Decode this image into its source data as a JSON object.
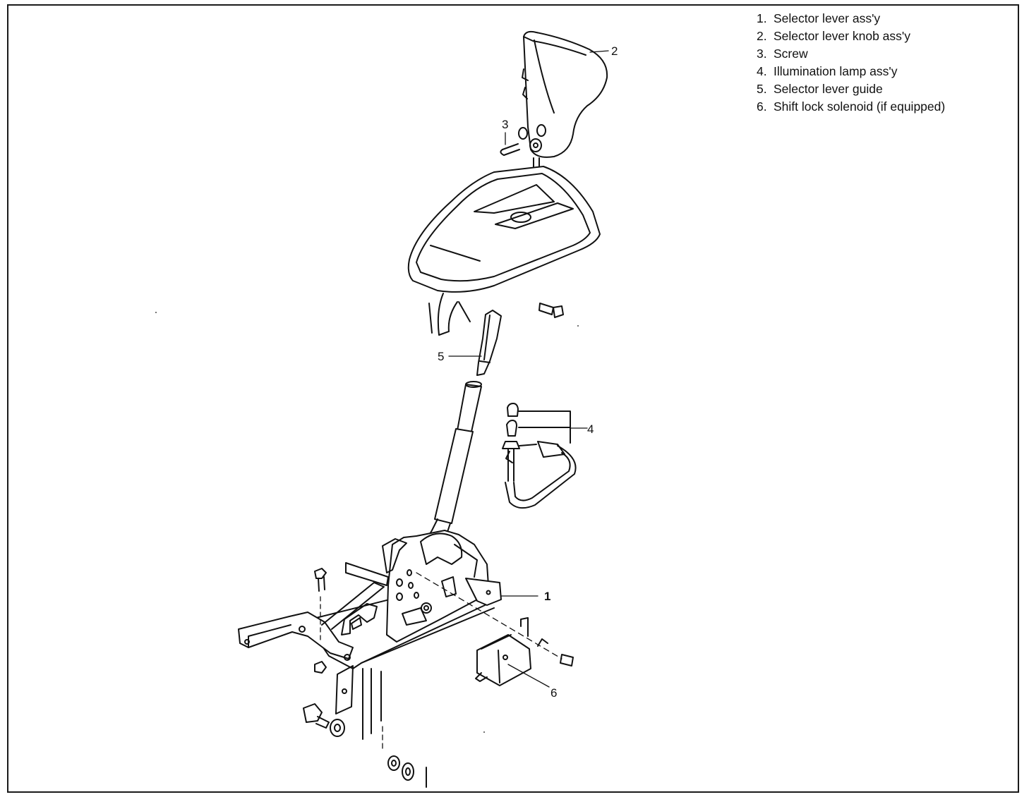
{
  "legend": [
    {
      "num": "1.",
      "text": "Selector lever ass'y"
    },
    {
      "num": "2.",
      "text": "Selector lever knob ass'y"
    },
    {
      "num": "3.",
      "text": "Screw"
    },
    {
      "num": "4.",
      "text": "Illumination lamp ass'y"
    },
    {
      "num": "5.",
      "text": "Selector lever guide"
    },
    {
      "num": "6.",
      "text": "Shift lock solenoid (if equipped)"
    }
  ],
  "callouts": {
    "c1": "1",
    "c2": "2",
    "c3": "3",
    "c4": "4",
    "c5": "5",
    "c6": "6"
  }
}
